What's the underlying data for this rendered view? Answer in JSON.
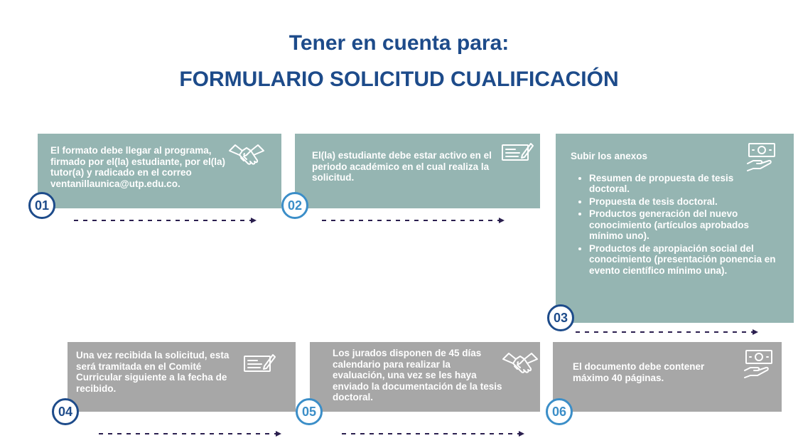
{
  "header": {
    "line1": "Tener en cuenta para:",
    "line2": "FORMULARIO SOLICITUD CUALIFICACIÓN"
  },
  "steps": [
    {
      "number": "01",
      "text": "El formato debe llegar al programa, firmado por el(la) estudiante, por el(la) tutor(a) y radicado en el correo ventanillaunica@utp.edu.co.",
      "icon": "handshake-icon"
    },
    {
      "number": "02",
      "text": "El(la) estudiante debe estar activo en el periodo académico en el cual realiza la solicitud.",
      "icon": "check-form-icon"
    },
    {
      "number": "03",
      "heading": "Subir los anexos",
      "items": [
        "Resumen de propuesta de tesis doctoral.",
        "Propuesta de tesis doctoral.",
        "Productos generación del nuevo conocimiento (artículos aprobados mínimo uno).",
        "Productos de apropiación social del conocimiento (presentación ponencia en evento científico mínimo una)."
      ],
      "icon": "money-hand-icon"
    },
    {
      "number": "04",
      "text": "Una vez recibida la solicitud, esta será tramitada en el Comité Curricular siguiente a la fecha de recibido.",
      "icon": "check-form-icon"
    },
    {
      "number": "05",
      "text": "Los jurados disponen de 45 días calendario para realizar la evaluación, una vez se les haya enviado la documentación de la tesis doctoral.",
      "icon": "handshake-icon"
    },
    {
      "number": "06",
      "text": "El documento  debe contener máximo 40 páginas.",
      "icon": "money-hand-icon"
    }
  ],
  "colors": {
    "title": "#1d4b8a",
    "card_teal": "#95b5b2",
    "card_gray": "#a7a7a7",
    "badge_dark": "#1d4b8a",
    "badge_light": "#3b8ec8",
    "arrow": "#2b1f4f"
  }
}
